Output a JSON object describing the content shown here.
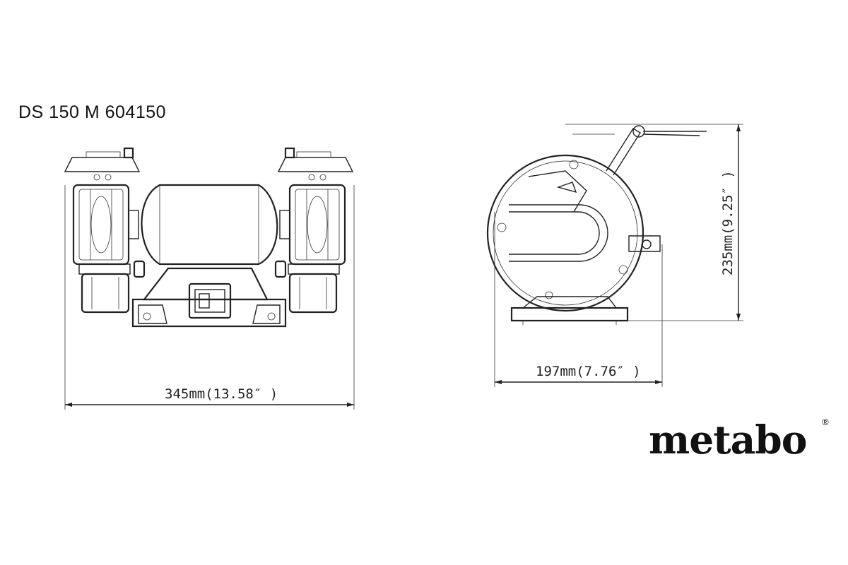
{
  "model_title": "DS 150 M 604150",
  "front_view": {
    "width_label": "345mm(13.58″ )"
  },
  "side_view": {
    "depth_label": "197mm(7.76″ )",
    "height_label": "235mm(9.25″ )"
  },
  "brand": {
    "logo_text": "metabo",
    "registered_mark": "®"
  }
}
